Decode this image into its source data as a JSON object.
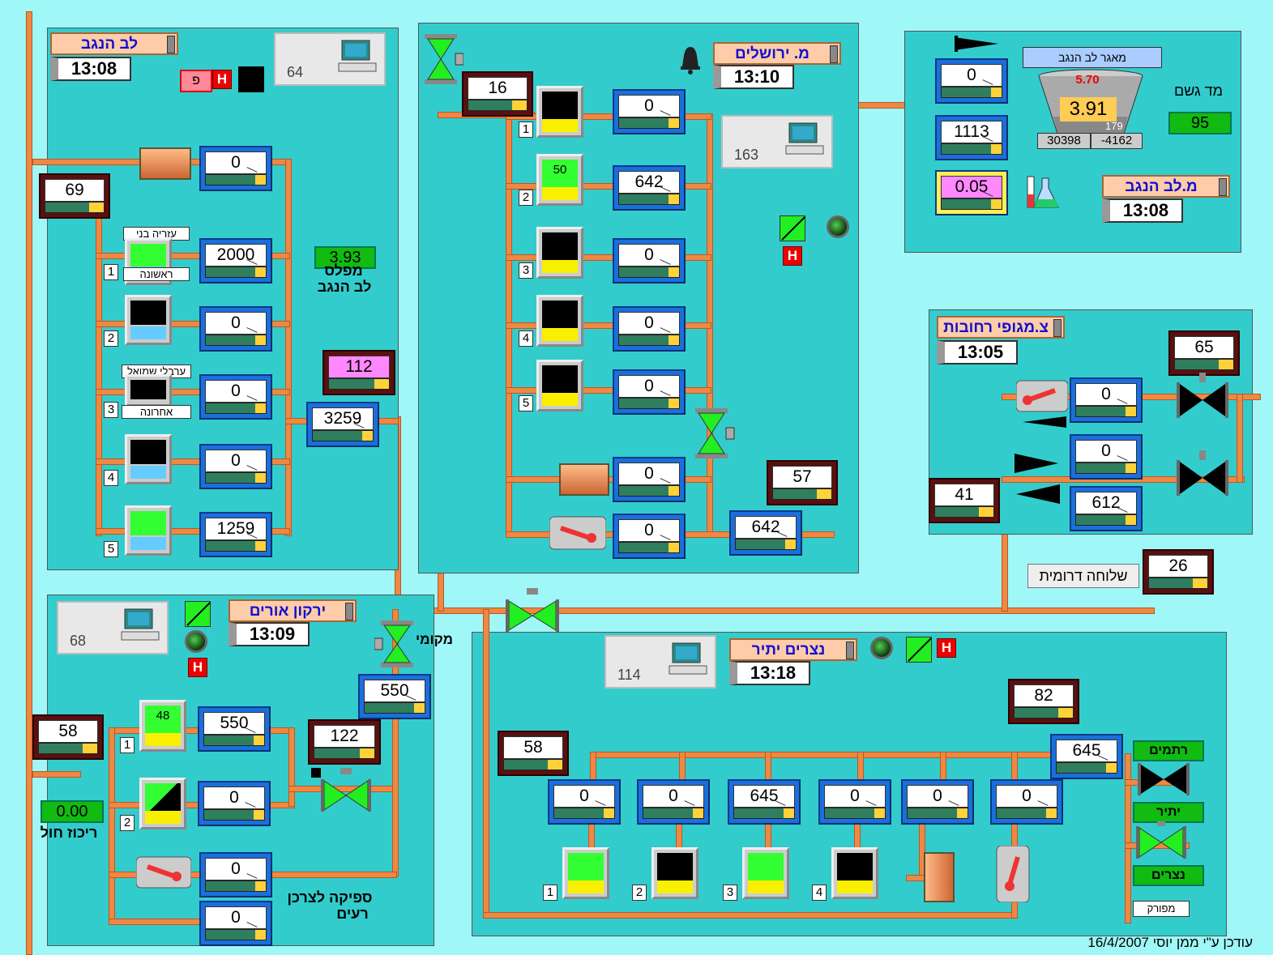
{
  "footer": "עודכן ע\"י ממן יוסי 16/4/2007",
  "panels": {
    "lev_hanegev": {
      "title": "לב הנגב",
      "clock": "13:08",
      "computer": "64",
      "flow": "69",
      "plc_badge": "פ",
      "h": "H",
      "top_meter": "0",
      "wells": [
        {
          "idx": "1",
          "meter": "2000",
          "top_label": "עזריה בני",
          "bot_label": "ראשונה"
        },
        {
          "idx": "2",
          "meter": "0"
        },
        {
          "idx": "3",
          "meter": "0",
          "top_label": "ערבלי שמואל",
          "bot_label": "אחרונה"
        },
        {
          "idx": "4",
          "meter": "0"
        },
        {
          "idx": "5",
          "meter": "1259"
        }
      ],
      "level": "3.93",
      "level_label": "מפלס",
      "level_label2": "לב הנגב",
      "flow2": "112",
      "meter_out": "3259"
    },
    "jerusalem": {
      "title": "מ. ירושלים",
      "clock": "13:10",
      "computer": "163",
      "flow_top": "16",
      "h": "H",
      "wells": [
        {
          "idx": "1",
          "meter": "0"
        },
        {
          "idx": "2",
          "meter": "642",
          "num": "50"
        },
        {
          "idx": "3",
          "meter": "0"
        },
        {
          "idx": "4",
          "meter": "0"
        },
        {
          "idx": "5",
          "meter": "0"
        }
      ],
      "meter_a": "0",
      "meter_b": "0",
      "flow_r": "57",
      "meter_out": "642"
    },
    "reservoir": {
      "meter1": "0",
      "meter2": "1113",
      "meter3": "0.05",
      "tank_title": "מאגר לב הנגב",
      "tank_top": "5.70",
      "tank_mid": "3.91",
      "tank_small": "179",
      "tank_b1": "30398",
      "tank_b2": "-4162",
      "rain_label": "מד גשם",
      "rain": "95",
      "title": "מ.לב הנגב",
      "clock": "13:08"
    },
    "rehovot": {
      "title": "צ.מגופי רחובות",
      "clock": "13:05",
      "flow_top": "65",
      "meter1": "0",
      "meter2": "0",
      "meter3": "612",
      "flow_left": "41"
    },
    "shlucha": {
      "label": "שלוחה דרומית",
      "flow": "26"
    },
    "yarkon": {
      "title": "ירקון אורים",
      "clock": "13:09",
      "computer": "68",
      "h": "H",
      "flow_left": "58",
      "wells": [
        {
          "idx": "1",
          "meter": "550",
          "num": "48"
        },
        {
          "idx": "2",
          "meter": "0"
        }
      ],
      "meter_valve": "550",
      "mekomi": "מקומי",
      "flow_r": "122",
      "level": "0.00",
      "level_label": "ריכוז חול",
      "meter_c": "0",
      "meter_d": "0",
      "supply_label": "ספיקה לצרכן",
      "supply_label2": "רעים"
    },
    "y5": "Y5",
    "netzarim": {
      "title": "נצרים יתיר",
      "clock": "13:18",
      "computer": "114",
      "h": "H",
      "flow_left": "58",
      "flow_r": "82",
      "meter_r": "645",
      "row": [
        "0",
        "0",
        "645",
        "0",
        "0",
        "0"
      ],
      "wells": [
        "1",
        "2",
        "3",
        "4"
      ],
      "dest": [
        "רתמים",
        "יתיר",
        "נצרים"
      ],
      "mfork": "מפורק"
    }
  },
  "colors": {
    "bg": "#9ff7f7",
    "panel": "#33cccc",
    "pipe": "#ee8844",
    "title": "#1010cc"
  }
}
